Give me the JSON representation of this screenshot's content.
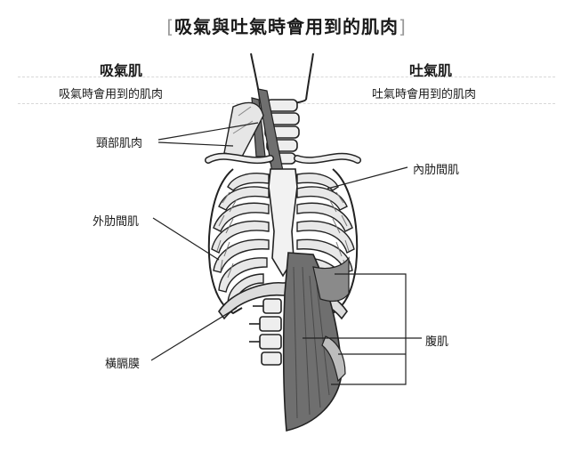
{
  "title": "吸氣與吐氣時會用到的肌肉",
  "bracket_open": "[",
  "bracket_close": "]",
  "left_heading": "吸氣肌",
  "left_sub": "吸氣時會用到的肌肉",
  "right_heading": "吐氣肌",
  "right_sub": "吐氣時會用到的肌肉",
  "labels": {
    "neck_muscles": "頸部肌肉",
    "external_intercostals": "外肋間肌",
    "diaphragm": "橫膈膜",
    "internal_intercostals": "內肋間肌",
    "abdominals": "腹肌"
  },
  "colors": {
    "bone": "#eeeeee",
    "muscle": "#6f6f6f",
    "line": "#222222"
  }
}
